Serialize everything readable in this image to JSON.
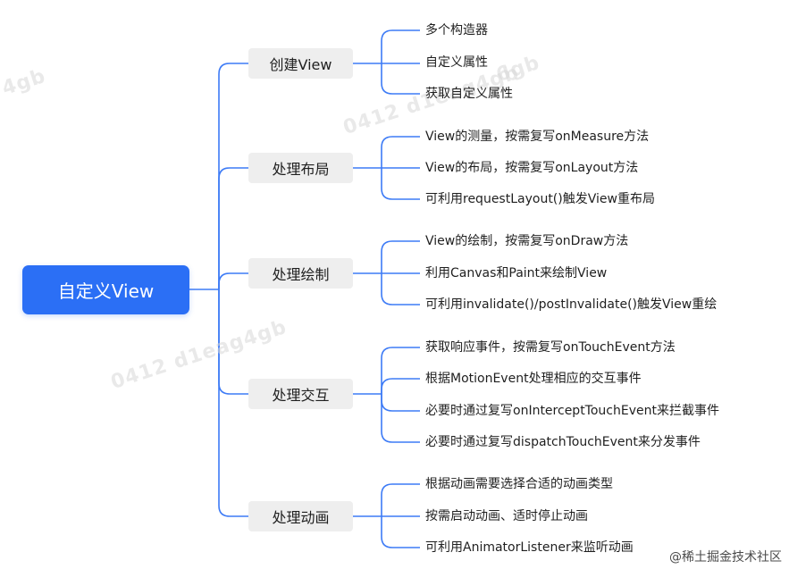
{
  "root": {
    "label": "自定义View"
  },
  "branches": [
    {
      "label": "创建View",
      "leaves": [
        "多个构造器",
        "自定义属性",
        "获取自定义属性"
      ]
    },
    {
      "label": "处理布局",
      "leaves": [
        "View的测量，按需复写onMeasure方法",
        "View的布局，按需复写onLayout方法",
        "可利用requestLayout()触发View重布局"
      ]
    },
    {
      "label": "处理绘制",
      "leaves": [
        "View的绘制，按需复写onDraw方法",
        "利用Canvas和Paint来绘制View",
        "可利用invalidate()/postInvalidate()触发View重绘"
      ]
    },
    {
      "label": "处理交互",
      "leaves": [
        "获取响应事件，按需复写onTouchEvent方法",
        "根据MotionEvent处理相应的交互事件",
        "必要时通过复写onInterceptTouchEvent来拦截事件",
        "必要时通过复写dispatchTouchEvent来分发事件"
      ]
    },
    {
      "label": "处理动画",
      "leaves": [
        "根据动画需要选择合适的动画类型",
        "按需启动动画、适时停止动画",
        "可利用AnimatorListener来监听动画"
      ]
    }
  ],
  "watermarks": {
    "id_a": "0412 d1eag4gb",
    "id_b": "0412 d1eag4gb",
    "id_c": "6gb",
    "id_d": "4gb"
  },
  "brand": "@稀土掘金技术社区",
  "colors": {
    "accent": "#2b6ff5",
    "connector": "#3d7bf6",
    "branch_bg": "#eeeeee"
  }
}
